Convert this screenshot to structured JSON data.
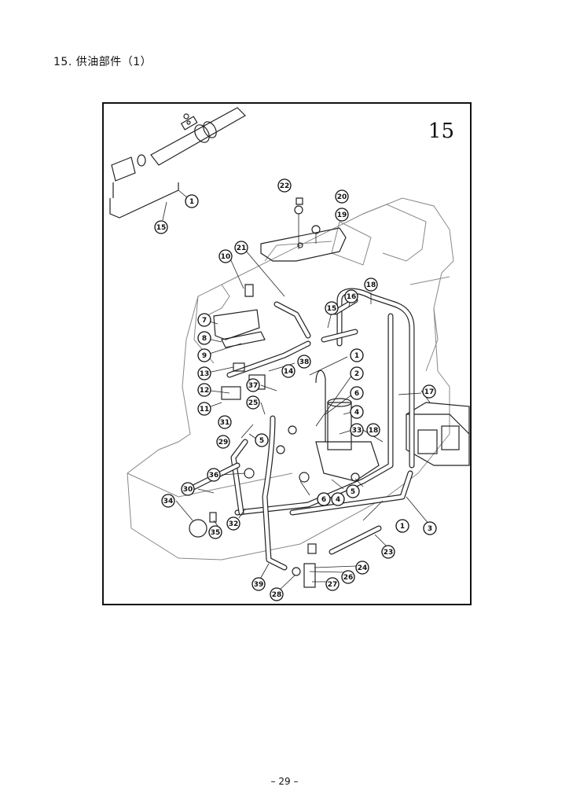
{
  "page": {
    "section_title": "15. 供油部件（1）",
    "page_number": "– 29 –"
  },
  "figure": {
    "figure_number": "15",
    "callouts": [
      {
        "label": "1"
      },
      {
        "label": "15"
      },
      {
        "label": "22"
      },
      {
        "label": "20"
      },
      {
        "label": "19"
      },
      {
        "label": "21"
      },
      {
        "label": "10"
      },
      {
        "label": "18"
      },
      {
        "label": "16"
      },
      {
        "label": "15"
      },
      {
        "label": "7"
      },
      {
        "label": "8"
      },
      {
        "label": "9"
      },
      {
        "label": "38"
      },
      {
        "label": "1"
      },
      {
        "label": "13"
      },
      {
        "label": "14"
      },
      {
        "label": "2"
      },
      {
        "label": "37"
      },
      {
        "label": "12"
      },
      {
        "label": "6"
      },
      {
        "label": "17"
      },
      {
        "label": "25"
      },
      {
        "label": "11"
      },
      {
        "label": "4"
      },
      {
        "label": "31"
      },
      {
        "label": "33"
      },
      {
        "label": "18"
      },
      {
        "label": "29"
      },
      {
        "label": "5"
      },
      {
        "label": "36"
      },
      {
        "label": "5"
      },
      {
        "label": "30"
      },
      {
        "label": "6"
      },
      {
        "label": "4"
      },
      {
        "label": "34"
      },
      {
        "label": "32"
      },
      {
        "label": "1"
      },
      {
        "label": "3"
      },
      {
        "label": "35"
      },
      {
        "label": "23"
      },
      {
        "label": "24"
      },
      {
        "label": "26"
      },
      {
        "label": "39"
      },
      {
        "label": "27"
      },
      {
        "label": "28"
      }
    ]
  }
}
